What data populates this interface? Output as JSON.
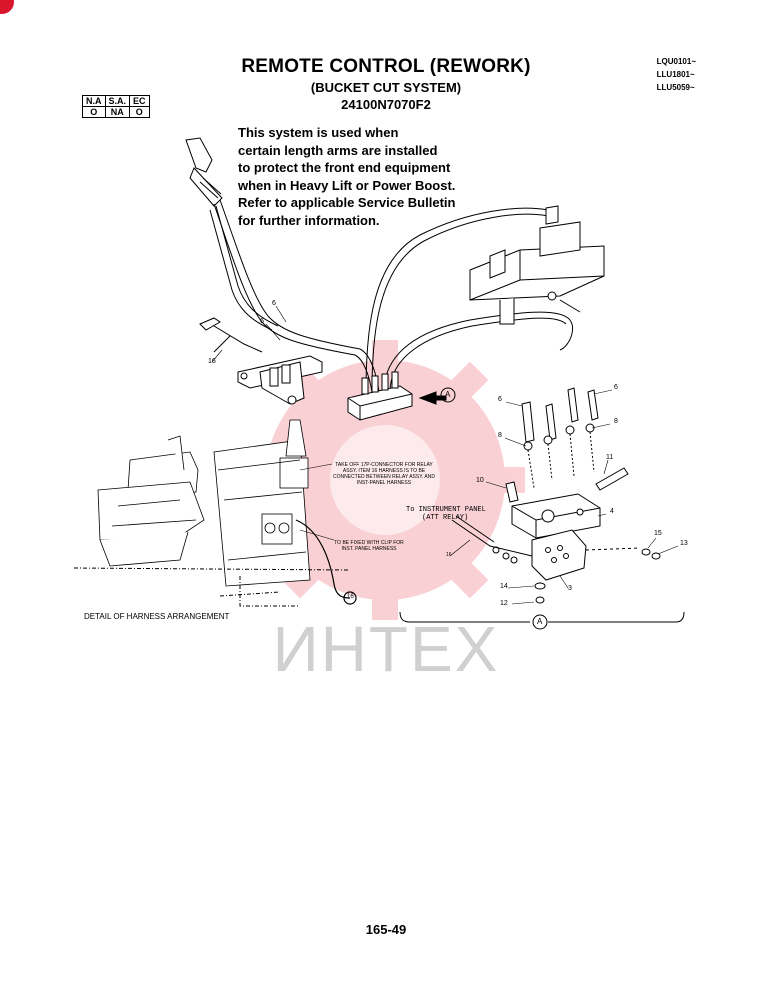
{
  "header": {
    "title": "REMOTE CONTROL (REWORK)",
    "subtitle": "(BUCKET CUT SYSTEM)",
    "part_number": "24100N7070F2",
    "serials": [
      "LQU0101~",
      "LLU1801~",
      "LLU5059~"
    ],
    "availability": {
      "headers": [
        "N.A",
        "S.A.",
        "EC"
      ],
      "values": [
        "O",
        "NA",
        "O"
      ]
    }
  },
  "note": {
    "lines": [
      "This system is used when",
      "certain length arms are installed",
      "to protect the front end equipment",
      "when in Heavy Lift or Power Boost.",
      "Refer to applicable Service Bulletin",
      "for further information."
    ]
  },
  "diagram": {
    "callouts": {
      "c6a": "6",
      "c6b": "6",
      "c16a": "16",
      "c6c": "6",
      "c6d": "6",
      "c8a": "8",
      "c8b": "8",
      "c11": "11",
      "c10": "10",
      "c4": "4",
      "c16b": "16",
      "c15": "15",
      "c13": "13",
      "c14": "14",
      "c3": "3",
      "c12": "12",
      "c16c": "16"
    },
    "detail_ref": "A",
    "harness_note_1": "TAKE OFF 17P-CONNECTOR FOR RELAY ASSY. ITEM 16 HARNESS IS TO BE CONNECTED BETWEEN RELAY ASSY. AND INST-PANEL HARNESS",
    "harness_note_2": "TO BE FIXED WITH CLIP FOR INST. PANEL HARNESS",
    "instrument_panel_line1": "To INSTRUMENT PANEL",
    "instrument_panel_line2": "(ATT RELAY)",
    "detail_caption": "DETAIL OF HARNESS ARRANGEMENT"
  },
  "footer": {
    "page_number": "165-49",
    "watermark": "ИНТЕХ"
  }
}
